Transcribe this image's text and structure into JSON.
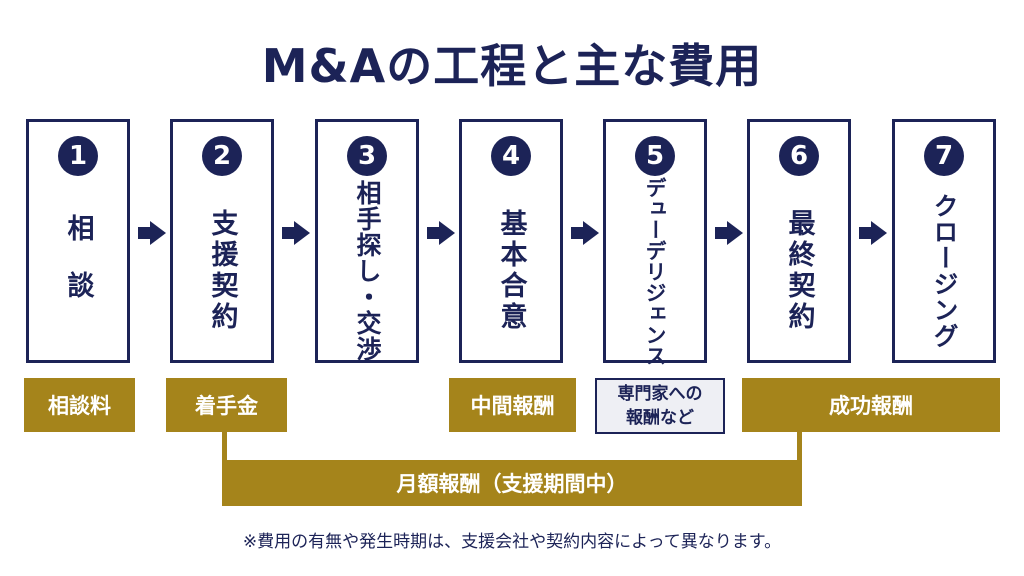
{
  "title": "M&Aの工程と主な費用",
  "steps": [
    {
      "number": "1",
      "label": "相談"
    },
    {
      "number": "2",
      "label": "支援契約"
    },
    {
      "number": "3",
      "label": "相手探し・交渉"
    },
    {
      "number": "4",
      "label": "基本合意"
    },
    {
      "number": "5",
      "label": "デューデリジェンス"
    },
    {
      "number": "6",
      "label": "最終契約"
    },
    {
      "number": "7",
      "label": "クロージング"
    }
  ],
  "fees": {
    "consultation": "相談料",
    "retainer": "着手金",
    "interim": "中間報酬",
    "expert_line1": "専門家への",
    "expert_line2": "報酬など",
    "success": "成功報酬",
    "monthly": "月額報酬（支援期間中）"
  },
  "note": "※費用の有無や発生時期は、支援会社や契約内容によって異なります。",
  "colors": {
    "navy": "#1c2357",
    "gold": "#a5841b"
  }
}
